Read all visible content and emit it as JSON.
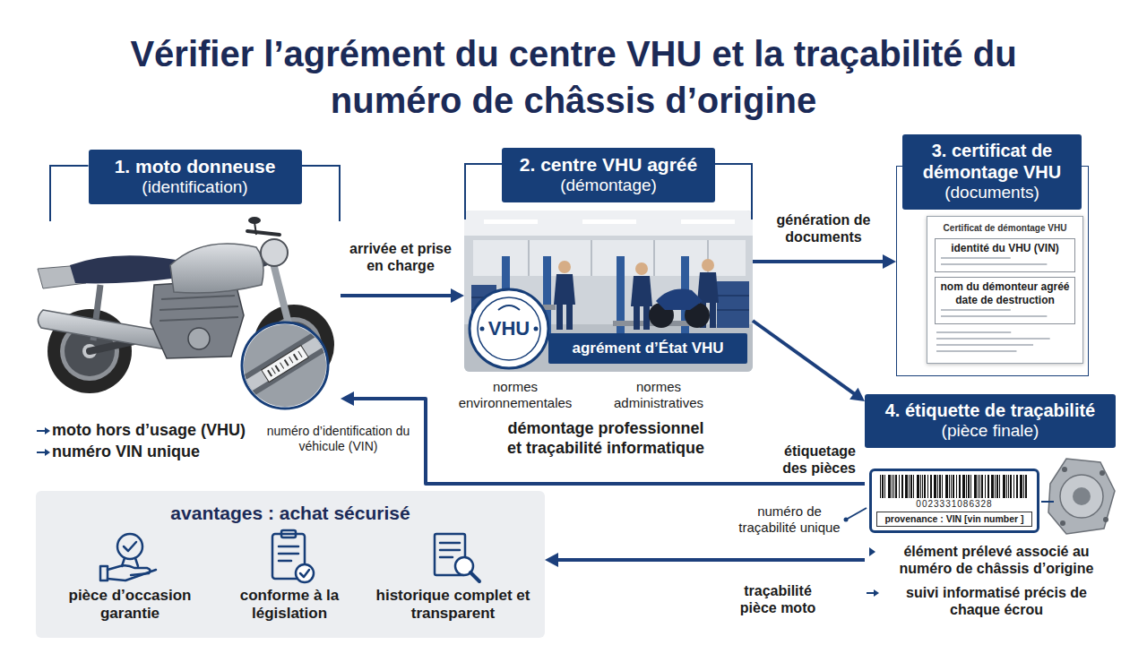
{
  "diagram": {
    "title": "Vérifier l’agrément du centre VHU et la traçabilité du numéro de châssis d’origine",
    "nodes": [
      {
        "text": [
          "1. moto donneuse",
          "(identification)"
        ]
      },
      {
        "text": [
          "2. centre VHU agréé",
          "(démontage)"
        ]
      },
      {
        "text": [
          "agrément d’État VHU"
        ],
        "in": 1
      },
      {
        "text": [
          "3. certificat de démontage VHU",
          "(documents)"
        ]
      },
      {
        "text": [
          "Certificat de démontage VHU",
          "identité du VHU (VIN)",
          "nom du démonteur agréé",
          "date de destruction"
        ],
        "in": 3
      },
      {
        "text": [
          "4. étiquette de traçabilité",
          "(pièce finale)"
        ]
      },
      {
        "text": [
          "0023331086328",
          "provenance : VIN [vin number ]"
        ],
        "in": 5
      },
      {
        "text": [
          "avantages : achat sécurisé"
        ]
      }
    ],
    "edges": [
      {
        "from": 0,
        "to": 1,
        "label": "arrivée et prise en charge",
        "arrow": "to"
      },
      {
        "from": 1,
        "to": 3,
        "label": "génération de documents",
        "arrow": "to"
      },
      {
        "from": 1,
        "to": 5,
        "arrow": "to"
      },
      {
        "from": 5,
        "to": 0,
        "label": "étiquetage des pièces",
        "arrow": "to"
      },
      {
        "from": 5,
        "to": 7,
        "label": "traçabilité pièce moto",
        "arrow": "to"
      }
    ],
    "labels": [
      "moto hors d’usage (VHU)",
      "numéro VIN unique",
      "numéro d’identification du véhicule (VIN)",
      "VHU",
      "normes environnementales",
      "normes administratives",
      "démontage professionnel et traçabilité informatique",
      "numéro de traçabilité unique",
      "élément prélevé associé au numéro de châssis d’origine",
      "suivi informatisé précis de chaque écrou",
      "pièce d’occasion garantie",
      "conforme à la législation",
      "historique complet et transparent"
    ]
  }
}
